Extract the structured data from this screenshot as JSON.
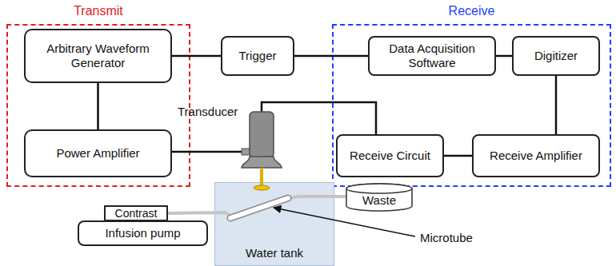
{
  "diagram": {
    "nodes": [
      {
        "text": [
          "Transmit"
        ]
      },
      {
        "text": [
          "Arbitrary Waveform Generator"
        ],
        "in": 0
      },
      {
        "text": [
          "Power Amplifier"
        ],
        "in": 0
      },
      {
        "text": [
          "Trigger"
        ]
      },
      {
        "text": [
          "Receive"
        ]
      },
      {
        "text": [
          "Data Acquisition Software"
        ],
        "in": 4
      },
      {
        "text": [
          "Digitizer"
        ],
        "in": 4
      },
      {
        "text": [
          "Receive Circuit"
        ],
        "in": 4
      },
      {
        "text": [
          "Receive Amplifier"
        ],
        "in": 4
      },
      {
        "text": [
          "Water tank"
        ]
      },
      {
        "text": [
          "Contrast"
        ]
      },
      {
        "text": [
          "Infusion pump"
        ]
      },
      {
        "text": [
          "Waste"
        ]
      }
    ],
    "edges": [
      {
        "from": 1,
        "to": 3,
        "arrow": "none"
      },
      {
        "from": 3,
        "to": 5,
        "arrow": "none"
      },
      {
        "from": 5,
        "to": 6,
        "arrow": "none"
      },
      {
        "from": 1,
        "to": 2,
        "arrow": "none"
      },
      {
        "from": 6,
        "to": 8,
        "arrow": "none"
      },
      {
        "from": 7,
        "to": 8,
        "arrow": "none"
      },
      {
        "from": 10,
        "to": 12,
        "arrow": "none"
      }
    ],
    "labels": [
      "Transducer",
      "Microtube"
    ]
  }
}
